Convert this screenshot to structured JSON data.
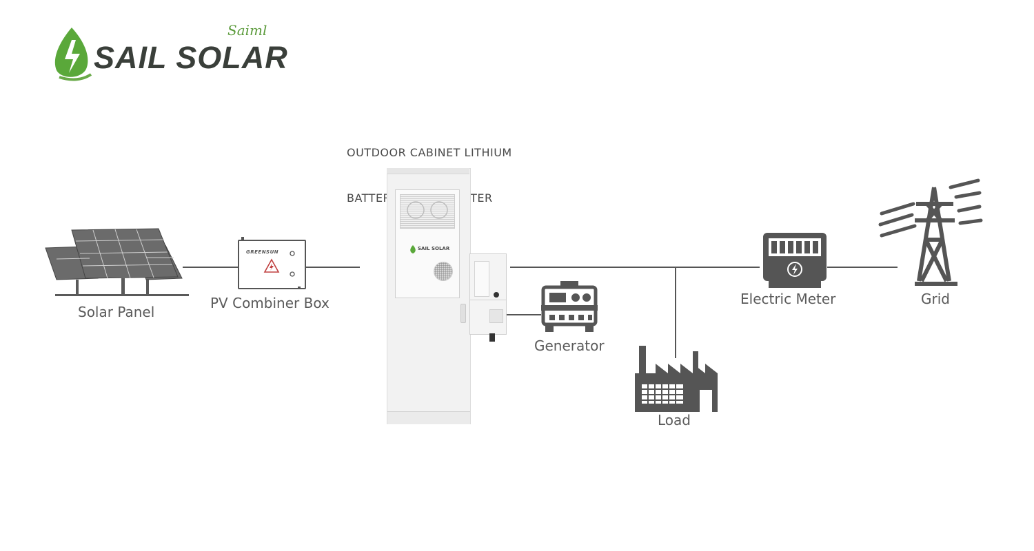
{
  "brand": {
    "name": "SAIL SOLAR",
    "script": "Saiml"
  },
  "cabinet": {
    "title_line1": "OUTDOOR CABINET LITHIUM",
    "title_line2": "BATTERY WITH INVERTER",
    "logo": "SAIL SOLAR"
  },
  "combiner": {
    "brand": "GREENSUN"
  },
  "components": {
    "solar_panel": "Solar Panel",
    "pv_combiner_box": "PV Combiner Box",
    "generator": "Generator",
    "load": "Load",
    "electric_meter": "Electric Meter",
    "grid": "Grid"
  },
  "colors": {
    "icon_gray": "#555555",
    "brand_green": "#5aa83a",
    "cabinet_white": "#f2f2f2"
  }
}
